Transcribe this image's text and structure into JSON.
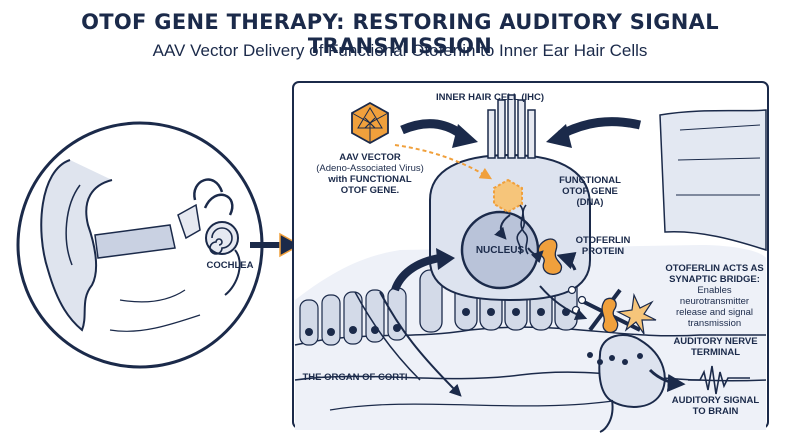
{
  "title": "OTOF GENE THERAPY: RESTORING AUDITORY SIGNAL TRANSMISSION",
  "subtitle": "AAV Vector Delivery of Functional Otoferlin to Inner Ear Hair Cells",
  "colors": {
    "navy": "#1b2a4a",
    "orange": "#f0a03c",
    "panel_bg": "#eef1f8",
    "cell_fill": "#dde3ef"
  },
  "labels": {
    "ihc": "INNER HAIR CELL (IHC)",
    "aav_title": "AAV VECTOR",
    "aav_paren": "(Adeno-Associated Virus)",
    "aav_with": "with FUNCTIONAL",
    "aav_gene": "OTOF GENE.",
    "functional_gene_1": "FUNCTIONAL",
    "functional_gene_2": "OTOF GENE",
    "functional_gene_3": "(DNA)",
    "nucleus": "NUCLEUS",
    "otoferlin_1": "OTOFERLIN",
    "otoferlin_2": "PROTEIN",
    "cochlea": "COCHLEA",
    "organ_of_corti": "THE ORGAN OF CORTI",
    "acts_1": "OTOFERLIN ACTS AS",
    "acts_2": "SYNAPTIC BRIDGE:",
    "acts_3": "Enables",
    "acts_4": "neurotransmitter",
    "acts_5": "release and signal",
    "acts_6": "transmission",
    "nerve_1": "AUDITORY NERVE",
    "nerve_2": "TERMINAL",
    "signal_1": "AUDITORY SIGNAL",
    "signal_2": "TO BRAIN"
  }
}
